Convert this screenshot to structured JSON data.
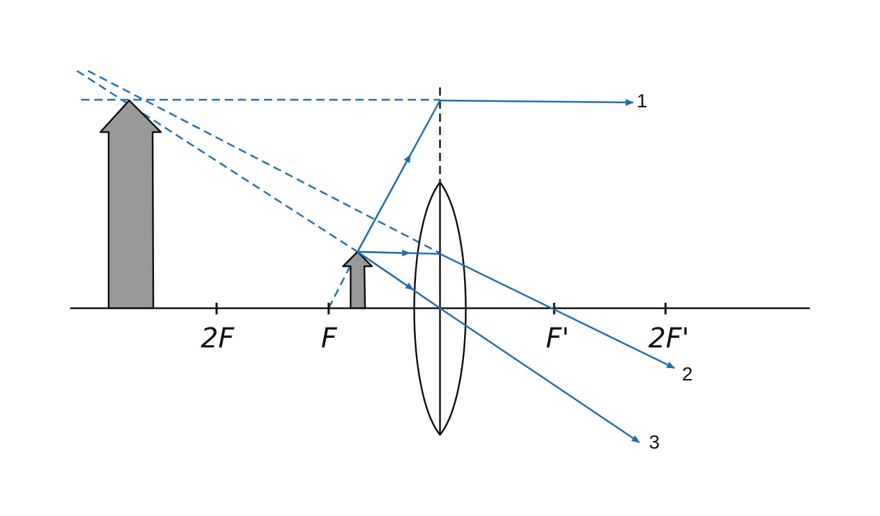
{
  "colors": {
    "ray": "#1f6fb2",
    "object_fill": "#999999",
    "outline": "#111111",
    "background": "#ffffff"
  },
  "axis_labels": {
    "two_f": "2F",
    "f": "F",
    "f_prime": "F'",
    "two_f_prime": "2F'"
  },
  "ray_labels": {
    "ray1": "1",
    "ray2": "2",
    "ray3": "3"
  }
}
